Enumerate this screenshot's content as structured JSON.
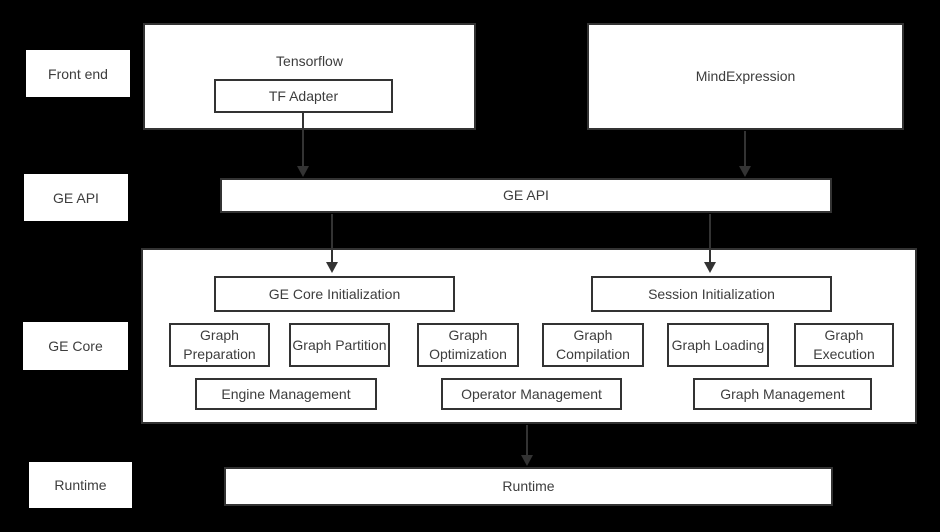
{
  "rows": [
    {
      "label": "Front end"
    },
    {
      "label": "GE API"
    },
    {
      "label": "GE Core"
    },
    {
      "label": "Runtime"
    }
  ],
  "front_end": {
    "tensorflow_label": "Tensorflow",
    "tf_adapter_label": "TF Adapter",
    "mind_expression_label": "MindExpression"
  },
  "ge_api": {
    "label": "GE API"
  },
  "ge_core": {
    "init_boxes": [
      "GE Core Initialization",
      "Session Initialization"
    ],
    "process_boxes": [
      "Graph Preparation",
      "Graph Partition",
      "Graph Optimization",
      "Graph Compilation",
      "Graph Loading",
      "Graph Execution"
    ],
    "management_boxes": [
      "Engine Management",
      "Operator Management",
      "Graph Management"
    ]
  },
  "runtime": {
    "label": "Runtime"
  },
  "colors": {
    "bg": "#000000",
    "box_fill": "#ffffff",
    "box_border": "#333333",
    "text": "#3d3d3d",
    "arrow": "#333333"
  }
}
